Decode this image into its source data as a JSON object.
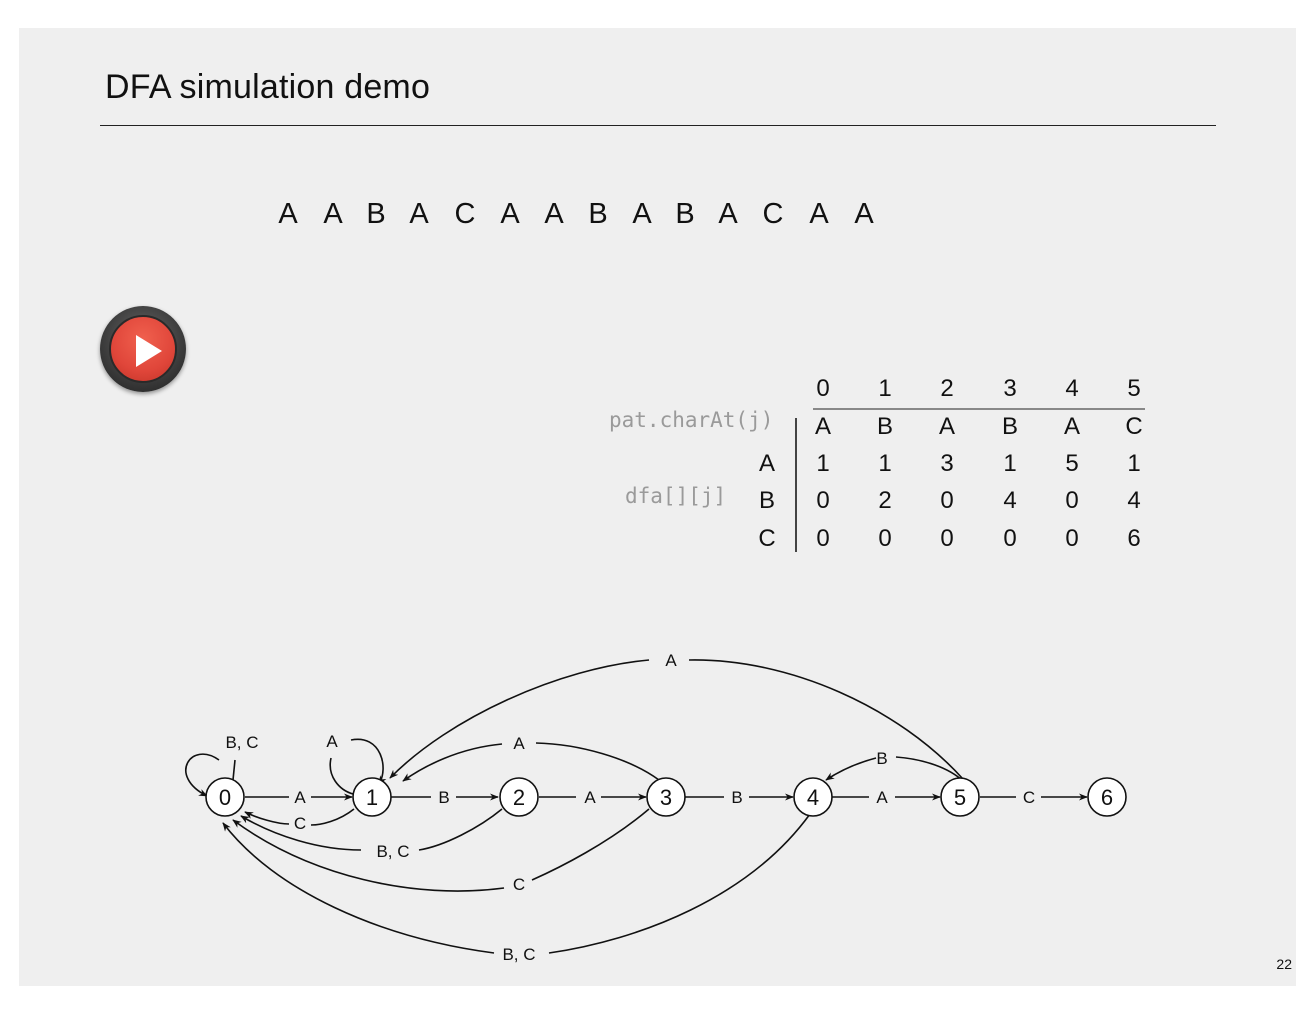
{
  "slide": {
    "title": "DFA simulation demo",
    "page_number": "22"
  },
  "text_sequence": [
    "A",
    "A",
    "B",
    "A",
    "C",
    "A",
    "A",
    "B",
    "A",
    "B",
    "A",
    "C",
    "A",
    "A"
  ],
  "controls": {
    "play_icon": "play-icon"
  },
  "dfa_table": {
    "column_headers": [
      "0",
      "1",
      "2",
      "3",
      "4",
      "5"
    ],
    "pattern_label": "pat.charAt(j)",
    "pattern_row": [
      "A",
      "B",
      "A",
      "B",
      "A",
      "C"
    ],
    "dfa_label": "dfa[][j]",
    "rows": [
      {
        "char": "A",
        "values": [
          "1",
          "1",
          "3",
          "1",
          "5",
          "1"
        ]
      },
      {
        "char": "B",
        "values": [
          "0",
          "2",
          "0",
          "4",
          "0",
          "4"
        ]
      },
      {
        "char": "C",
        "values": [
          "0",
          "0",
          "0",
          "0",
          "0",
          "6"
        ]
      }
    ]
  },
  "diagram": {
    "states": [
      "0",
      "1",
      "2",
      "3",
      "4",
      "5",
      "6"
    ],
    "edge_labels": {
      "self_0": "B, C",
      "self_1": "A",
      "e01": "A",
      "e12": "B",
      "e23": "A",
      "e34": "B",
      "e45": "A",
      "e56": "C",
      "e10": "C",
      "e20": "B, C",
      "e30": "C",
      "e40": "B, C",
      "e31": "A",
      "e51": "A",
      "e54": "B"
    }
  }
}
